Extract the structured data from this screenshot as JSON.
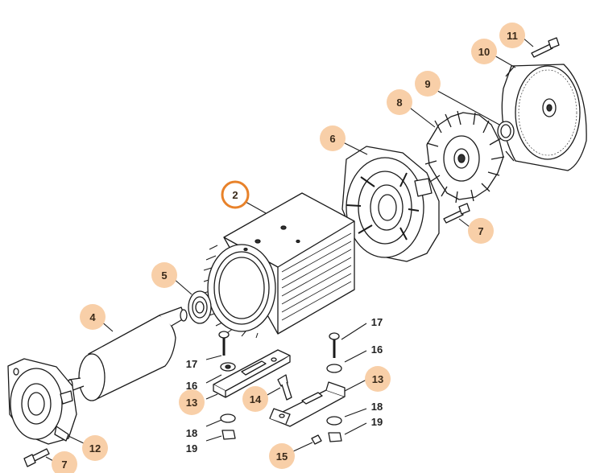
{
  "diagram": {
    "callouts": [
      {
        "id": "c11",
        "label": "11"
      },
      {
        "id": "c10",
        "label": "10"
      },
      {
        "id": "c9",
        "label": "9"
      },
      {
        "id": "c8",
        "label": "8"
      },
      {
        "id": "c6",
        "label": "6"
      },
      {
        "id": "c7a",
        "label": "7"
      },
      {
        "id": "c2",
        "label": "2"
      },
      {
        "id": "c5",
        "label": "5"
      },
      {
        "id": "c4",
        "label": "4"
      },
      {
        "id": "c13a",
        "label": "13"
      },
      {
        "id": "c14",
        "label": "14"
      },
      {
        "id": "c13b",
        "label": "13"
      },
      {
        "id": "c12",
        "label": "12"
      },
      {
        "id": "c7b",
        "label": "7"
      },
      {
        "id": "c15",
        "label": "15"
      }
    ],
    "plain_labels": [
      {
        "id": "p17a",
        "label": "17"
      },
      {
        "id": "p16a",
        "label": "16"
      },
      {
        "id": "p18a",
        "label": "18"
      },
      {
        "id": "p19a",
        "label": "19"
      },
      {
        "id": "p17b",
        "label": "17"
      },
      {
        "id": "p16b",
        "label": "16"
      },
      {
        "id": "p18b",
        "label": "18"
      },
      {
        "id": "p19b",
        "label": "19"
      }
    ],
    "colors": {
      "callout_fill": "#f8cfa8",
      "callout_highlight_ring": "#e8822a",
      "line": "#1a1a1a"
    }
  }
}
